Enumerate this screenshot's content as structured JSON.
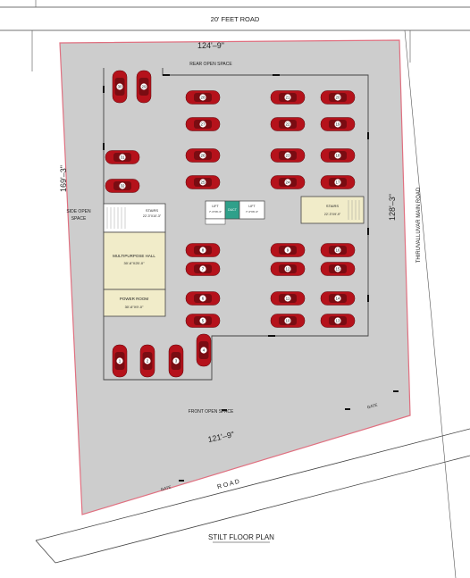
{
  "labels": {
    "top_road": "20'   FEET   ROAD",
    "top_dim": "124'–9\"",
    "left_dim": "169'–3\"",
    "right_dim": "128'–3\"",
    "bottom_dim": "121'–9\"",
    "rear_space": "REAR OPEN SPACE",
    "front_space": "FRONT OPEN SPACE",
    "side_space_1": "SIDE OPEN",
    "side_space_2": "SPACE",
    "right_road": "THIRUVALLUVAR MAIN ROAD",
    "bottom_road": "R O A D",
    "gate_1": "GATE",
    "gate_2": "GATE",
    "stairs_left": "STAIRS",
    "stairs_left_size": "22'-3\"X10'-3\"",
    "stairs_right": "STAIRS",
    "stairs_right_size": "22'-3\"X9'-9\"",
    "lift_1": "LIFT",
    "lift_1_size": "7'-3\"X6'-3\"",
    "lift_2": "LIFT",
    "lift_2_size": "7'-3\"X6'-3\"",
    "duct": "DUCT",
    "multipurpose": "MULTIPURPOSE HALL",
    "multipurpose_size": "30'-6\"X25'-0\"",
    "power_room": "POWER ROOM",
    "power_room_size": "30'-6\"X9'-0\"",
    "plan_title": "STILT FLOOR PLAN"
  },
  "cars": [
    {
      "number": "1"
    },
    {
      "number": "2"
    },
    {
      "number": "3"
    },
    {
      "number": "4"
    },
    {
      "number": "5"
    },
    {
      "number": "6"
    },
    {
      "number": "7"
    },
    {
      "number": "8"
    },
    {
      "number": "9"
    },
    {
      "number": "10"
    },
    {
      "number": "11"
    },
    {
      "number": "12"
    },
    {
      "number": "13"
    },
    {
      "number": "14"
    },
    {
      "number": "15"
    },
    {
      "number": "16"
    },
    {
      "number": "17"
    },
    {
      "number": "18"
    },
    {
      "number": "19"
    },
    {
      "number": "20"
    },
    {
      "number": "21"
    },
    {
      "number": "22"
    },
    {
      "number": "23"
    },
    {
      "number": "24"
    },
    {
      "number": "25"
    },
    {
      "number": "26"
    },
    {
      "number": "27"
    },
    {
      "number": "28"
    },
    {
      "number": "29"
    },
    {
      "number": "30"
    },
    {
      "number": "31"
    },
    {
      "number": "32"
    }
  ],
  "colors": {
    "site_fill": "#cdcdcd",
    "boundary": "#e07080",
    "car": "#b5121b",
    "core_green": "#2fa08a",
    "hall_fill": "#f1ecc9"
  }
}
